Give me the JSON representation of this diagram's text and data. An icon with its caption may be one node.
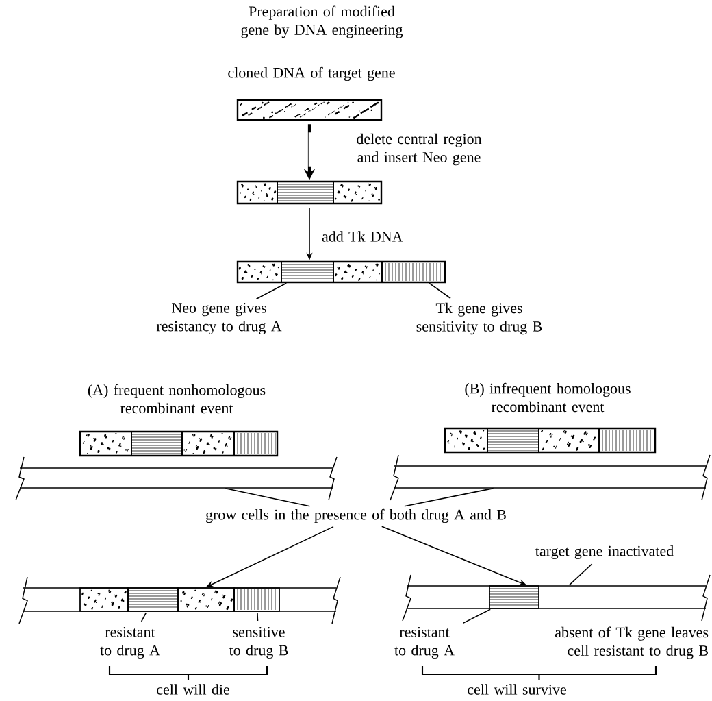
{
  "diagram": {
    "title": "Preparation of modified gene by DNA engineering",
    "nodes": [
      {
        "text": [],
        "shape": "bar",
        "beside": [
          "cloned DNA of target gene"
        ]
      },
      {
        "text": [],
        "shape": "bar"
      },
      {
        "text": [],
        "shape": "box",
        "in": 1
      },
      {
        "text": [],
        "shape": "box",
        "in": 1
      },
      {
        "text": [],
        "shape": "box",
        "in": 1
      },
      {
        "text": [],
        "shape": "bar"
      },
      {
        "text": [],
        "shape": "box",
        "in": 5
      },
      {
        "text": [],
        "shape": "box",
        "in": 5
      },
      {
        "text": [],
        "shape": "box",
        "in": 5
      },
      {
        "text": [],
        "shape": "box",
        "in": 5
      },
      {
        "text": [
          "Neo gene gives resistancy to drug A"
        ]
      },
      {
        "text": [
          "Tk gene gives sensitivity to drug B"
        ]
      },
      {
        "text": [],
        "shape": "bar",
        "beside": [
          "(A) frequent nonhomologous recombinant event"
        ]
      },
      {
        "text": [],
        "shape": "box",
        "in": 12
      },
      {
        "text": [],
        "shape": "box",
        "in": 12
      },
      {
        "text": [],
        "shape": "box",
        "in": 12
      },
      {
        "text": [],
        "shape": "box",
        "in": 12
      },
      {
        "text": [],
        "shape": "band"
      },
      {
        "text": [],
        "shape": "bar",
        "beside": [
          "(B) infrequent homologous recombinant event"
        ]
      },
      {
        "text": [],
        "shape": "box",
        "in": 18
      },
      {
        "text": [],
        "shape": "box",
        "in": 18
      },
      {
        "text": [],
        "shape": "box",
        "in": 18
      },
      {
        "text": [],
        "shape": "box",
        "in": 18
      },
      {
        "text": [],
        "shape": "band"
      },
      {
        "text": [
          "grow cells in the presence of both drug A and B"
        ]
      },
      {
        "text": [],
        "shape": "band"
      },
      {
        "text": [],
        "shape": "box",
        "in": 25
      },
      {
        "text": [],
        "shape": "box",
        "in": 25
      },
      {
        "text": [],
        "shape": "box",
        "in": 25
      },
      {
        "text": [],
        "shape": "box",
        "in": 25
      },
      {
        "text": [
          "resistant to drug A"
        ]
      },
      {
        "text": [
          "sensitive to drug B"
        ]
      },
      {
        "text": [],
        "shape": "band"
      },
      {
        "text": [],
        "shape": "box",
        "in": 32
      },
      {
        "text": [
          "target gene inactivated"
        ]
      },
      {
        "text": [
          "resistant to drug A"
        ]
      }
    ],
    "edges": [
      {
        "from": 0,
        "to": 1,
        "arrow": "to",
        "label": "delete central region and insert Neo gene",
        "style": "thick"
      },
      {
        "from": 1,
        "to": 5,
        "arrow": "to",
        "label": "add Tk DNA"
      },
      {
        "from": 10,
        "to": 7,
        "arrow": "none"
      },
      {
        "from": 11,
        "to": 9,
        "arrow": "none"
      },
      {
        "from": 24,
        "to": 17,
        "arrow": "none"
      },
      {
        "from": 24,
        "to": 23,
        "arrow": "none"
      },
      {
        "from": 24,
        "to": 25,
        "arrow": "to"
      },
      {
        "from": 24,
        "to": 32,
        "arrow": "to"
      },
      {
        "from": 30,
        "to": 27,
        "arrow": "none"
      },
      {
        "from": 31,
        "to": 29,
        "arrow": "none"
      },
      {
        "from": 34,
        "to": 32,
        "arrow": "none"
      },
      {
        "from": 35,
        "to": 33,
        "arrow": "none"
      }
    ],
    "labels": [
      "absent of Tk gene leaves cell resistant to drug B",
      "cell will die",
      "cell will survive"
    ]
  }
}
